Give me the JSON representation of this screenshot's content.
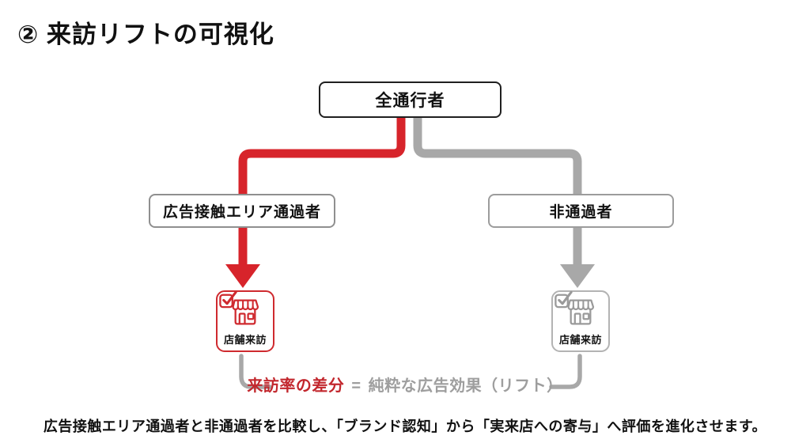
{
  "title": "② 来訪リフトの可視化",
  "flow": {
    "root_label": "全通行者",
    "exposed_label": "広告接触エリア通過者",
    "control_label": "非通過者",
    "exposed_outcome_label": "店舗来訪",
    "control_outcome_label": "店舗来訪"
  },
  "formula": {
    "diff_label": "来訪率の差分",
    "equals_sign": "=",
    "effect_label": "純粋な広告効果（リフト）"
  },
  "footer": {
    "text": "広告接触エリア通過者と非通過者を比較し、「ブランド認知」から「実来店への寄与」へ評価を進化させます。"
  },
  "colors": {
    "red": "#d7242b",
    "formula_red": "#c2272d",
    "gray": "#a8a8a8",
    "text_gray": "#9e9e9e",
    "dark_border": "#1f1f1f",
    "mid_border": "#8f8f8f",
    "store_red": "#cf2a2f",
    "store_gray": "#9a9a9a"
  },
  "icons": {
    "exposed_badge": "checkbox-checked-icon",
    "control_badge": "checkbox-checked-icon",
    "exposed_store": "storefront-icon",
    "control_store": "storefront-icon",
    "exposed_arrow": "down-arrow-icon",
    "control_arrow": "down-arrow-icon"
  }
}
